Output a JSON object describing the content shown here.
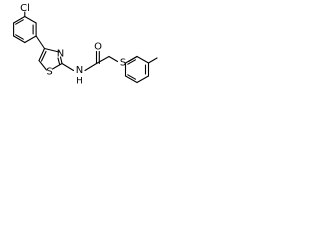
{
  "molecule": {
    "atom_labels": {
      "chlorine": "Cl",
      "sulfur_thiazole": "S",
      "nitrogen_thiazole": "N",
      "nitrogen_amide": "N",
      "hydrogen_amide": "H",
      "oxygen_carbonyl": "O",
      "sulfur_thioether": "S"
    }
  }
}
